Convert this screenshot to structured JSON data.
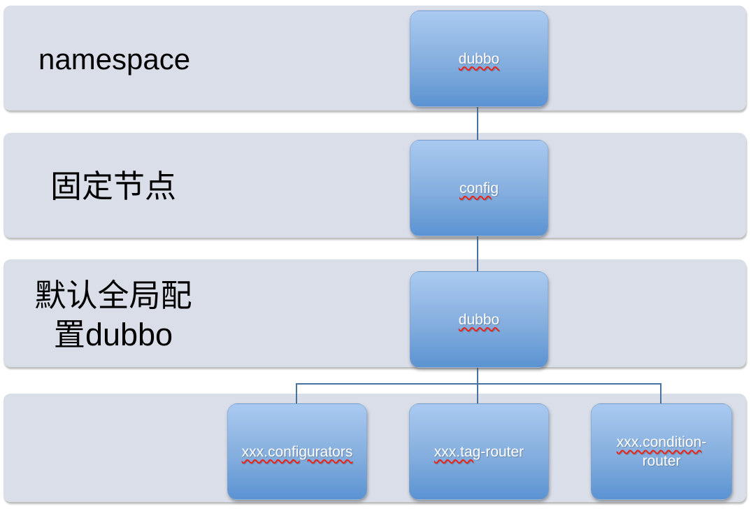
{
  "diagram": {
    "title": "dubbo configuration node hierarchy",
    "bands": [
      {
        "label": "namespace"
      },
      {
        "label": "固定节点"
      },
      {
        "label_line1": "默认全局配",
        "label_line2_cjk": "置",
        "label_line2_latin": "dubbo"
      },
      {
        "label": ""
      }
    ],
    "nodes": {
      "root": {
        "text": "dubbo"
      },
      "config": {
        "text": "config"
      },
      "dubbo2": {
        "text": "dubbo"
      },
      "configurators": {
        "text": "xxx.configurators"
      },
      "tag_router": {
        "misspelled": "xxx.tag",
        "plain": "-router"
      },
      "condition_router": {
        "misspelled": "xxx.condition",
        "plain": "-",
        "line2": "router"
      }
    },
    "colors": {
      "band_background": "#d9dee9",
      "node_gradient_top": "#aacaf0",
      "node_gradient_bottom": "#5b93d2",
      "connector": "#46749f",
      "spellcheck_underline": "#e8261c",
      "node_text": "#ffffff",
      "band_label_text": "#000000"
    }
  }
}
